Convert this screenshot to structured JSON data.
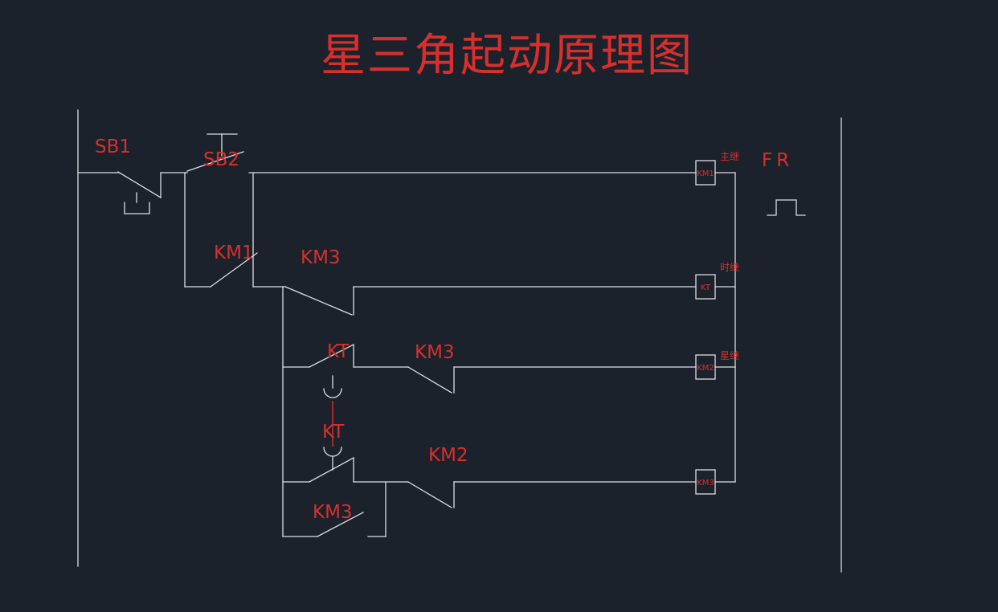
{
  "title": "星三角起动原理图",
  "colors": {
    "background": "#1c222c",
    "wire": "#dcdfe3",
    "text_red": "#d7302c"
  },
  "labels": {
    "sb1": "SB1",
    "sb2": "SB2",
    "km1_aux": "KM1",
    "km3_nc_kt_rung": "KM3",
    "kt_no": "KT",
    "km3_nc_star_rung": "KM3",
    "kt_link": "KT",
    "km2_nc": "KM2",
    "km3_aux": "KM3",
    "fr": "FR"
  },
  "coils": {
    "km1": {
      "label": "KM1",
      "annotation": "主继"
    },
    "kt": {
      "label": "KT",
      "annotation": "时继"
    },
    "km2": {
      "label": "KM2",
      "annotation": "星继"
    },
    "km3": {
      "label": "KM3",
      "annotation": ""
    }
  }
}
